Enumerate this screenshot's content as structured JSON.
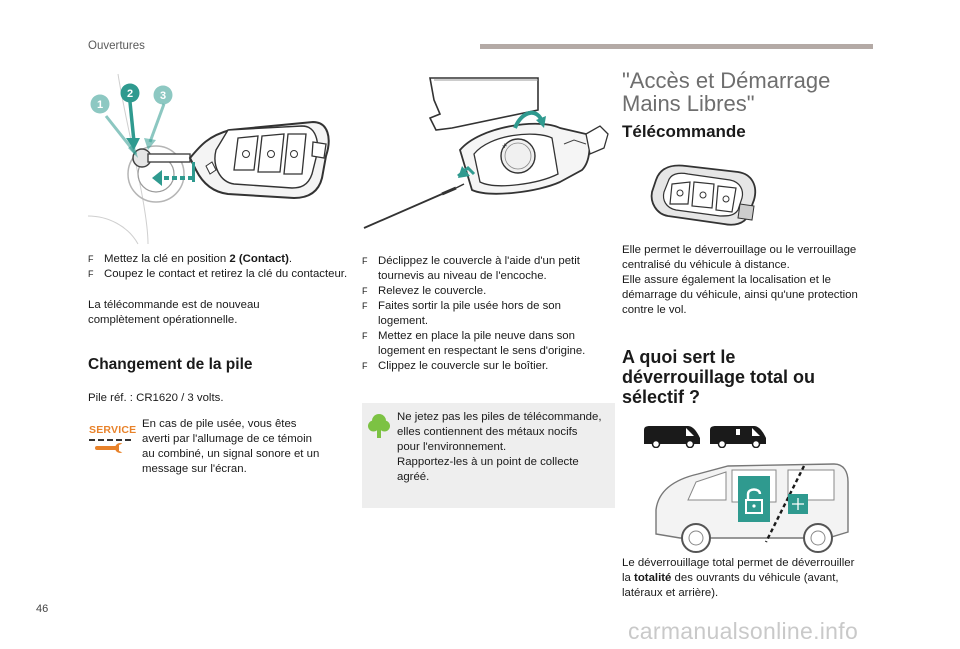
{
  "header": {
    "section": "Ouvertures"
  },
  "footer": {
    "page_number": "46",
    "watermark": "carmanualsonline.info"
  },
  "col1": {
    "callouts": [
      "1",
      "2",
      "3"
    ],
    "bullets": [
      {
        "marker": "F",
        "pre": "Mettez la clé en position ",
        "bold": "2 (Contact)",
        "post": "."
      },
      {
        "marker": "F",
        "text": "Coupez le contact et retirez la clé du contacteur."
      }
    ],
    "para1_l1": "La télécommande est de nouveau",
    "para1_l2": "complètement opérationnelle.",
    "heading": "Changement de la pile",
    "battery_ref": "Pile réf. : CR1620 / 3 volts.",
    "service_label": "SERVICE",
    "service_text_l1": "En cas de pile usée, vous êtes",
    "service_text_l2": "averti par l'allumage de ce témoin",
    "service_text_l3": "au combiné, un signal sonore et un",
    "service_text_l4": "message sur l'écran."
  },
  "col2": {
    "bullets": [
      {
        "marker": "F",
        "text": "Déclippez le couvercle à l'aide d'un petit tournevis au niveau de l'encoche."
      },
      {
        "marker": "F",
        "text": "Relevez le couvercle."
      },
      {
        "marker": "F",
        "text": "Faites sortir la pile usée hors de son logement."
      },
      {
        "marker": "F",
        "text": "Mettez en place la pile neuve dans son logement en respectant le sens d'origine."
      },
      {
        "marker": "F",
        "text": "Clippez le couvercle sur le boîtier."
      }
    ],
    "eco_l1": "Ne jetez pas les piles de télécommande,",
    "eco_l2": "elles contiennent des métaux nocifs",
    "eco_l3": "pour l'environnement.",
    "eco_l4": "Rapportez-les à un point de collecte",
    "eco_l5": "agréé."
  },
  "col3": {
    "title_l1": "\"Accès et Démarrage",
    "title_l2": "Mains Libres\"",
    "remote_heading": "Télécommande",
    "p1_l1": "Elle permet le déverrouillage ou le verrouillage",
    "p1_l2": "centralisé du véhicule à distance.",
    "p2_l1": "Elle assure également la localisation et le",
    "p2_l2": "démarrage du véhicule, ainsi qu'une protection",
    "p2_l3": "contre le vol.",
    "q_l1": "A quoi sert le",
    "q_l2": "déverrouillage total ou",
    "q_l3": "sélectif ?",
    "p3_l1": "Le déverrouillage total permet de déverrouiller",
    "p3_l2_pre": "la ",
    "p3_l2_bold": "totalité",
    "p3_l2_post": " des ouvrants du véhicule (avant,",
    "p3_l3": "latéraux et arrière)."
  },
  "colors": {
    "accent_teal": "#2f9a8f",
    "eco_green": "#7cc243",
    "service_orange": "#e8822a"
  }
}
